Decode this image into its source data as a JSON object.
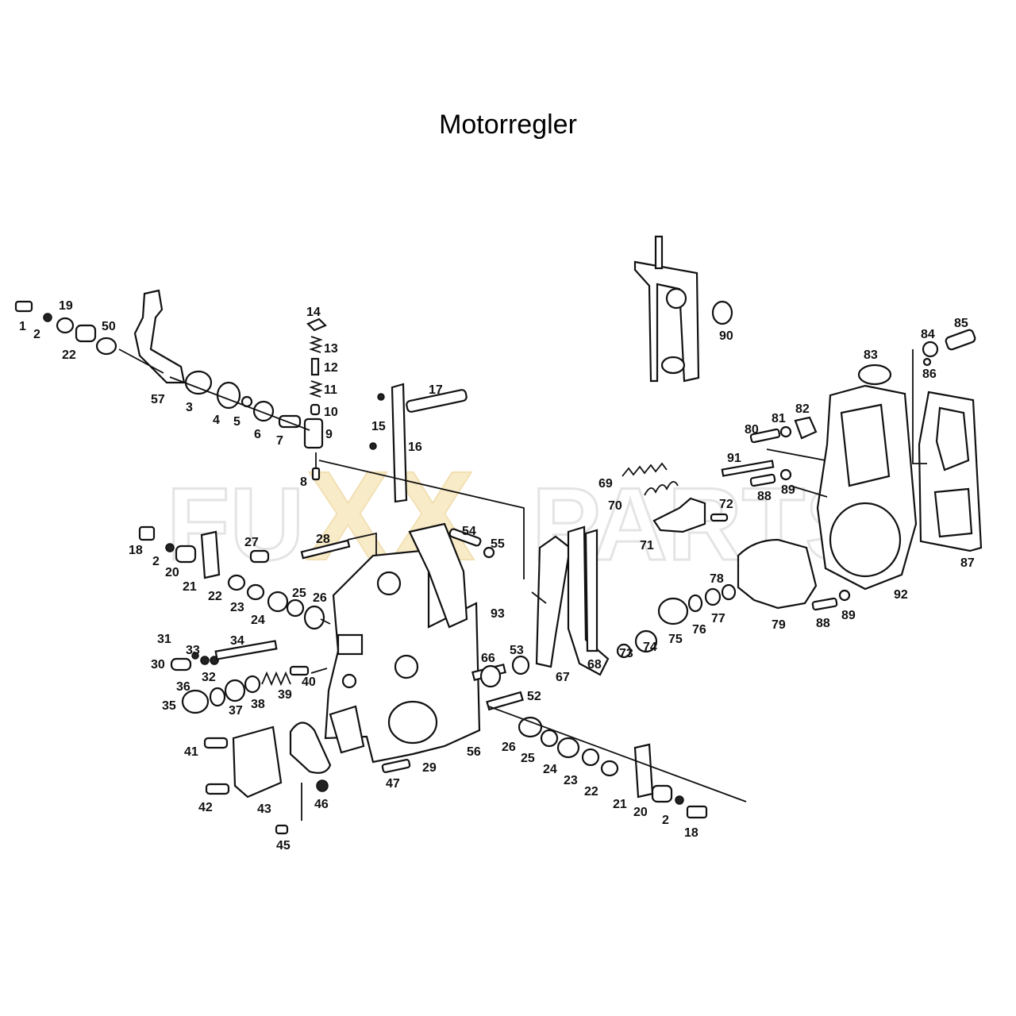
{
  "title": "Motorregler",
  "watermark": {
    "left": "FU",
    "mid": "XX",
    "right": "PARTS",
    "color_outline": "#d8d8d8",
    "color_accent": "#f4dc9c"
  },
  "labels": {
    "l1": "1",
    "l2a": "2",
    "l19": "19",
    "l50": "50",
    "l22a": "22",
    "l57": "57",
    "l3": "3",
    "l4": "4",
    "l5": "5",
    "l6": "6",
    "l7": "7",
    "l14": "14",
    "l13": "13",
    "l12": "12",
    "l11": "11",
    "l10": "10",
    "l9": "9",
    "l8": "8",
    "l15": "15",
    "l16": "16",
    "l17": "17",
    "l18a": "18",
    "l2b": "2",
    "l20a": "20",
    "l21a": "21",
    "l22b": "22",
    "l23a": "23",
    "l24a": "24",
    "l25a": "25",
    "l26a": "26",
    "l27": "27",
    "l28": "28",
    "l54": "54",
    "l55": "55",
    "l31": "31",
    "l33": "33",
    "l30": "30",
    "l32": "32",
    "l34": "34",
    "l36": "36",
    "l35": "35",
    "l37": "37",
    "l38": "38",
    "l39": "39",
    "l40": "40",
    "l41": "41",
    "l42": "42",
    "l43": "43",
    "l46": "46",
    "l45": "45",
    "l47": "47",
    "l29": "29",
    "l56": "56",
    "l93": "93",
    "l66": "66",
    "l53": "53",
    "l52": "52",
    "l26b": "26",
    "l25b": "25",
    "l24b": "24",
    "l23b": "23",
    "l22c": "22",
    "l21b": "21",
    "l20b": "20",
    "l2c": "2",
    "l18b": "18",
    "l67": "67",
    "l68": "68",
    "l73": "73",
    "l74": "74",
    "l75": "75",
    "l76": "76",
    "l77": "77",
    "l78": "78",
    "l69": "69",
    "l70": "70",
    "l71": "71",
    "l72": "72",
    "l79": "79",
    "l88a": "88",
    "l89a": "89",
    "l92": "92",
    "l80": "80",
    "l81": "81",
    "l82": "82",
    "l91": "91",
    "l88b": "88",
    "l89b": "89",
    "l83": "83",
    "l84": "84",
    "l85": "85",
    "l86": "86",
    "l87": "87",
    "l90": "90"
  }
}
